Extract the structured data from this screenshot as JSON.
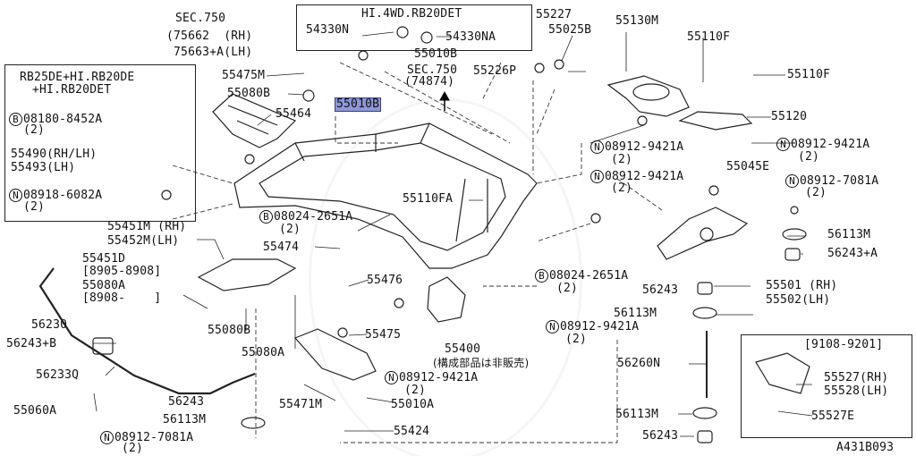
{
  "diagram_id": "A431B093",
  "sec750_a": {
    "title": "SEC.750",
    "line1": "(75662  (RH)",
    "line2": " 75663+A(LH)"
  },
  "sec750_b": {
    "title": "SEC.750",
    "line1": "(74874)"
  },
  "inset_hi4wd": {
    "title": "HI.4WD.RB20DET",
    "p1": "54330N",
    "p2": "54330NA"
  },
  "inset_rb25": {
    "title1": "RB25DE+HI.RB20DE",
    "title2": "+HI.RB20DET",
    "row1_sym": "B",
    "row1": "08180-8452A",
    "row1_q": "(2)",
    "row2": "55490(RH/LH)",
    "row3": "55493(LH)",
    "row4_sym": "N",
    "row4": "08918-6082A",
    "row4_q": "(2)"
  },
  "inset_date": {
    "title": "[9108-9201]",
    "p1": "55527(RH)",
    "p2": "55528(LH)",
    "p3": "55527E"
  },
  "labels": {
    "p55227": "55227",
    "p55025B": "55025B",
    "p55226P": "55226P",
    "p55010B_top": "55010B",
    "p55010B_hl": "55010B",
    "p55130M": "55130M",
    "p55110F_a": "55110F",
    "p55110F_b": "55110F",
    "p55120": "55120",
    "p55475M": "55475M",
    "p55080B_a": "55080B",
    "p55464": "55464",
    "p55045E": "55045E",
    "p55110FA": "55110FA",
    "n_9421_a": "08912-9421A",
    "n_9421_a_q": "(2)",
    "n_9421_b": "08912-9421A",
    "n_9421_b_q": "(2)",
    "n_9421_c": "08912-9421A",
    "n_9421_c_q": "(2)",
    "n_7081_a": "08912-7081A",
    "n_7081_a_q": "(2)",
    "b_2651_a": "08024-2651A",
    "b_2651_a_q": "(2)",
    "b_2651_b": "08024-2651A",
    "b_2651_b_q": "(2)",
    "p55451M": "55451M (RH)",
    "p55452M": "55452M(LH)",
    "p55451D": "55451D",
    "d_8905": "[8905-8908]",
    "p55080A_a": "55080A",
    "d_8908": "[8908-    ]",
    "p55474": "55474",
    "p55476": "55476",
    "p55475": "55475",
    "p56113M_a": "56113M",
    "p56243A": "56243+A",
    "p55501": "55501 (RH)",
    "p55502": "55502(LH)",
    "p56243_a": "56243",
    "p56113M_b": "56113M",
    "n_9421_d": "08912-9421A",
    "n_9421_d_q": "(2)",
    "p56230": "56230",
    "p56243B": "56243+B",
    "p56233Q": "56233Q",
    "p55060A": "55060A",
    "p55080B_b": "55080B",
    "p55080A_b": "55080A",
    "p55400": "55400",
    "p55400_note": "(構成部品は非販売)",
    "n_9421_e": "08912-9421A",
    "n_9421_e_q": "(2)",
    "p55010A": "55010A",
    "p56260N": "56260N",
    "p56243_b": "56243",
    "p56113M_c": "56113M",
    "p55471M": "55471M",
    "p56113M_d": "56113M",
    "n_7081_b": "08912-7081A",
    "n_7081_b_q": "(2)",
    "p55424": "55424",
    "p56243_c": "56243",
    "sym_n": "N",
    "sym_b": "B"
  },
  "colors": {
    "highlight": "#8e97d8",
    "ink": "#111111"
  }
}
